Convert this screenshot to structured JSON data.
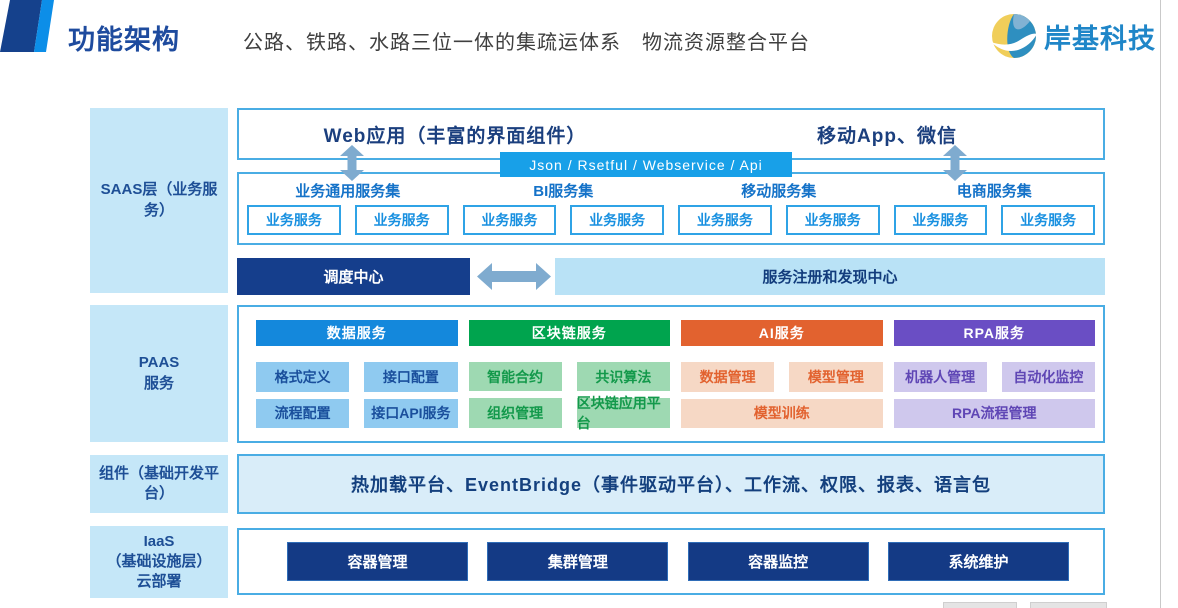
{
  "header": {
    "title": "功能架构",
    "subtitle": "公路、铁路、水路三位一体的集疏运体系　物流资源整合平台",
    "company_name": "岸基科技"
  },
  "colors": {
    "title_blue": "#1e4b9e",
    "label_bg": "#c5e7f8",
    "box_border": "#4aade4",
    "api_bar": "#18a0e8",
    "navy": "#153e8c",
    "registry_bg": "#b9e2f6",
    "paas_blue": "#1488dc",
    "paas_green": "#00a44e",
    "paas_orange": "#e2622f",
    "paas_purple": "#6a4ec4",
    "arrow": "#7fabcf"
  },
  "layers": {
    "saas": {
      "label": "SAAS层（业务服务）",
      "top_box": {
        "left": "Web应用（丰富的界面组件）",
        "right": "移动App、微信"
      },
      "api_bar": "Json  /  Rsetful  /  Webservice  /  Api",
      "service_groups": [
        {
          "label": "业务通用服务集",
          "items": [
            "业务服务",
            "业务服务"
          ]
        },
        {
          "label": "BI服务集",
          "items": [
            "业务服务",
            "业务服务"
          ]
        },
        {
          "label": "移动服务集",
          "items": [
            "业务服务",
            "业务服务"
          ]
        },
        {
          "label": "电商服务集",
          "items": [
            "业务服务",
            "业务服务"
          ]
        }
      ],
      "dispatch_center": "调度中心",
      "registry_center": "服务注册和发现中心"
    },
    "paas": {
      "label": "PAAS\n服务",
      "columns": [
        {
          "header": "数据服务",
          "row1": [
            "格式定义",
            "接口配置"
          ],
          "row2": [
            "流程配置",
            "接口API服务"
          ]
        },
        {
          "header": "区块链服务",
          "row1": [
            "智能合约",
            "共识算法"
          ],
          "row2": [
            "组织管理",
            "区块链应用平台"
          ]
        },
        {
          "header": "AI服务",
          "row1": [
            "数据管理",
            "模型管理"
          ],
          "row2_wide": "模型训练"
        },
        {
          "header": "RPA服务",
          "row1": [
            "机器人管理",
            "自动化监控"
          ],
          "row2_wide": "RPA流程管理"
        }
      ]
    },
    "component": {
      "label": "组件（基础开发平台）",
      "content": "热加载平台、EventBridge（事件驱动平台）、工作流、权限、报表、语言包"
    },
    "iaas": {
      "label": "IaaS\n（基础设施层）\n云部署",
      "boxes": [
        "容器管理",
        "集群管理",
        "容器监控",
        "系统维护"
      ]
    }
  }
}
